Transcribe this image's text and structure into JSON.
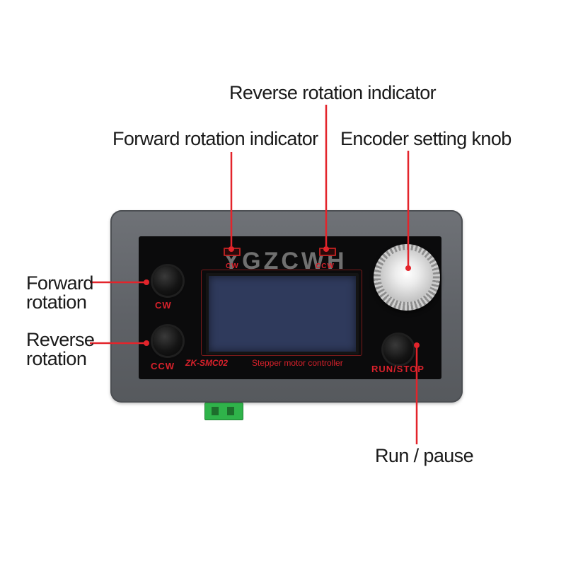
{
  "annotations": {
    "reverse_indicator": "Reverse rotation indicator",
    "forward_indicator": "Forward rotation indicator",
    "encoder_knob": "Encoder setting knob",
    "forward_rotation": "Forward\nrotation",
    "reverse_rotation": "Reverse\nrotation",
    "run_pause": "Run / pause"
  },
  "device": {
    "watermark": "YGZCWH",
    "led_cw_label": "CW",
    "led_ccw_label": "CCW",
    "btn_cw_label": "CW",
    "btn_ccw_label": "CCW",
    "btn_run_label": "RUN/STOP",
    "model": "ZK-SMC02",
    "description": "Stepper motor controller"
  },
  "colors": {
    "leader_line": "#e3242b",
    "panel_text": "#d8212b",
    "case": "#5f6267",
    "lcd": "#2f3a5c",
    "terminal": "#2fb34a"
  }
}
